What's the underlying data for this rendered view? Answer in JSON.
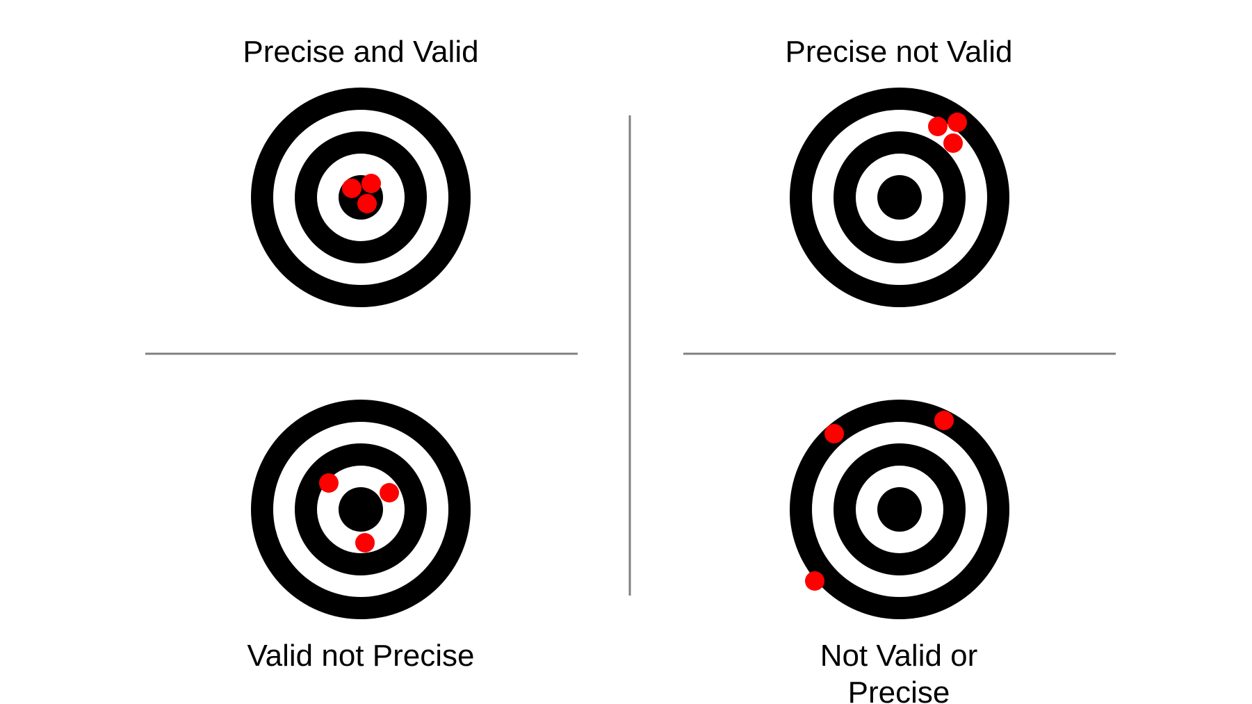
{
  "quadrants": [
    {
      "id": "top-left",
      "label_lines": [
        "Precise and Valid"
      ]
    },
    {
      "id": "top-right",
      "label_lines": [
        "Precise not Valid"
      ]
    },
    {
      "id": "bottom-left",
      "label_lines": [
        "Valid not Precise"
      ]
    },
    {
      "id": "bottom-right",
      "label_lines": [
        "Not Valid or",
        "Precise"
      ]
    }
  ],
  "colors": {
    "ring": "#000000",
    "background": "#ffffff",
    "shot": "#ff0000",
    "divider": "#808080",
    "text": "#000000"
  }
}
